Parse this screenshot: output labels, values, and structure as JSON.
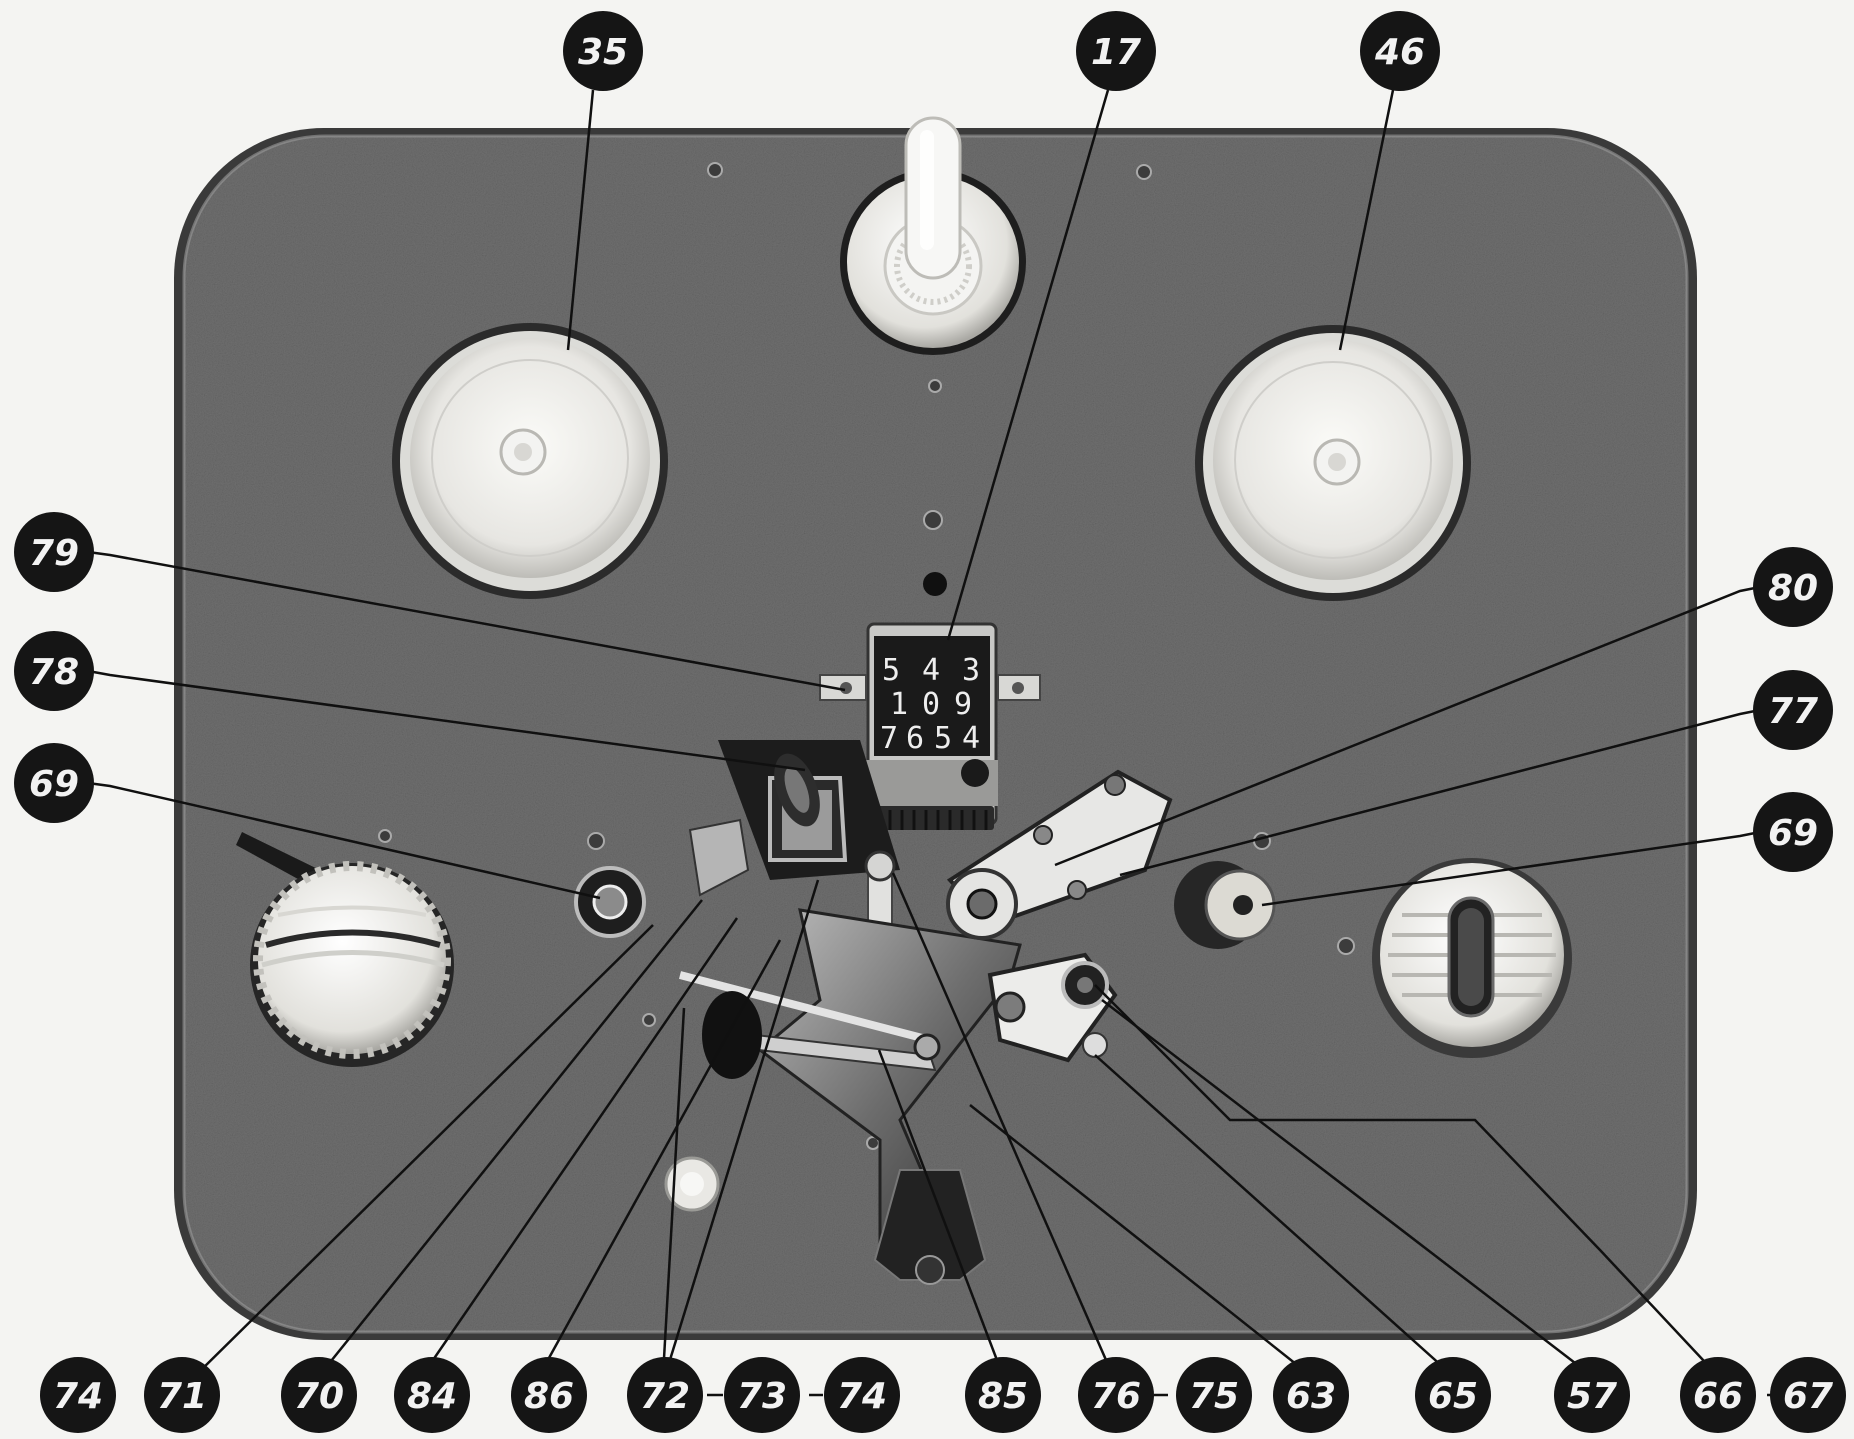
{
  "callouts_top": [
    "35",
    "17",
    "46"
  ],
  "callouts_left": [
    "79",
    "78",
    "69"
  ],
  "callouts_right": [
    "80",
    "77",
    "69"
  ],
  "callouts_bottom": [
    "74",
    "71",
    "70",
    "84",
    "86",
    "72",
    "73",
    "74",
    "85",
    "76",
    "75",
    "63",
    "65",
    "57",
    "66",
    "67"
  ],
  "counter_digits": [
    "5",
    "4",
    "3",
    "1",
    "0",
    "9",
    "7",
    "6",
    "5",
    "4"
  ],
  "colors": {
    "panel": "#6f6f6f",
    "panel_edge": "#3a3a3a",
    "callout": "#151515",
    "reel": "#ececea",
    "background": "#f4f4f2"
  }
}
